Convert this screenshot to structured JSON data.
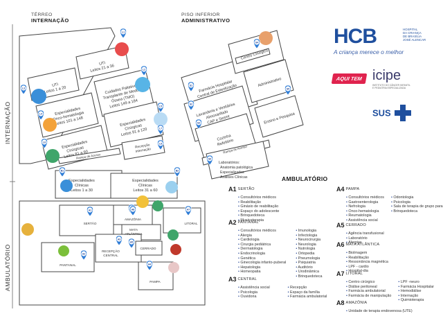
{
  "floors": {
    "terreo": {
      "title": "TÉRREO",
      "subtitle": "INTERNAÇÃO"
    },
    "inferior": {
      "title": "PISO INFERIOR",
      "subtitle": "ADMINISTRATIVO"
    }
  },
  "side_labels": {
    "internacao": "INTERNAÇÃO",
    "ambulatorio": "AMBULATÓRIO"
  },
  "branding": {
    "hcb_logo": "HCB",
    "hcb_name_line1": "HOSPITAL",
    "hcb_name_line2": "DA CRIANÇA",
    "hcb_name_line3": "DE BRASÍLIA",
    "hcb_name_line4": "JOSÉ ALENCAR",
    "tagline": "A criança merece o melhor",
    "aqui_tem": "AQUI TEM",
    "icipe": "icipe",
    "icipe_sub1": "INSTITUTO DO CÂNCER INFANTIL",
    "icipe_sub2": "E PEDIATRIA ESPECIALIZADA",
    "sus": "SUS"
  },
  "colors": {
    "pin": "#2f7dd6",
    "navy": "#1f3f8f",
    "aqui_tem": "#e0234e",
    "hcb_blue": "#1f4f9e"
  },
  "rooms_left": {
    "uti": {
      "line1": "UTI",
      "line2": "Leitos 1 a 20"
    },
    "uti2": {
      "line1": "UTI",
      "line2": "Leitos 21 a 36"
    },
    "onco": {
      "line1": "Especialidades",
      "line2": "Onco-hematologia",
      "line3": "Leitos 101 a 148"
    },
    "paliativos": {
      "line1": "Cuidados Paliativos",
      "line2": "Transplante de Medula",
      "line3": "Óssea (TMO)",
      "line4": "Leitos 149 a 184"
    },
    "cirurgicas1": {
      "line1": "Especialidades",
      "line2": "Cirúrgicas",
      "line3": "Leitos 81 a 90"
    },
    "cirurgicas2": {
      "line1": "Especialidades",
      "line2": "Cirúrgicas",
      "line3": "Leitos 91 a 120"
    },
    "recepcao_int": {
      "line1": "Recepção",
      "line2": "Internação"
    },
    "rampa": "Rampa de Acesso",
    "clinicas1": {
      "line1": "Especialidades",
      "line2": "Clínicas",
      "line3": "Leitos 1 a 30"
    },
    "clinicas2": {
      "line1": "Especialidades",
      "line2": "Clínicas",
      "line3": "Leitos 31 a 60"
    }
  },
  "rooms_right": {
    "farmacia": {
      "line1": "Farmácia Hospitalar",
      "line2": "Central de Esterilização"
    },
    "lavanderia": {
      "line1": "Lavanderia e Vestiários",
      "line2": "Almoxarifado",
      "line3": "CAP e Sesmt"
    },
    "cozinha": {
      "line1": "Cozinha",
      "line2": "Refeitório"
    },
    "centro_cirurgico": "Centro Cirúrgico",
    "administrativo": "Administrativo",
    "ensino": "Ensino e Pesquisa",
    "rampa": "Rampa de Acesso",
    "lab_title": "Laboratórios:",
    "lab_items": [
      "Anatomia patológica",
      "Especializados",
      "Análises Clínicas"
    ]
  },
  "ambulatorio_rooms": {
    "sertao": "SERTÃO",
    "amazonia": "AMAZÔNIA",
    "mata": {
      "line1": "MATA",
      "line2": "ATLÂNTICA"
    },
    "litoral": "LITORAL",
    "recepcao": {
      "line1": "RECEPÇÃO",
      "line2": "CENTRAL"
    },
    "cerrado": "CERRADO",
    "pantanal": "PANTANAL",
    "pampa": "PAMPA"
  },
  "pins": {
    "l1": "L1",
    "l2": "L2",
    "l3": "L3",
    "l4": "L4",
    "l5": "L5",
    "l6": "L6",
    "l7": "L7",
    "l8": "L8",
    "b1": "B1",
    "b2": "B2",
    "s1": "S1",
    "s2": "S2",
    "s3": "S3",
    "s4": "S4",
    "s5": "S5",
    "s6": "S6",
    "a1": "A1",
    "a2": "A2",
    "a3": "A3",
    "a4": "A4",
    "a5": "A5",
    "a6": "A6",
    "a7": "A7",
    "a8": "A8"
  },
  "legend": {
    "title": "AMBULATÓRIO",
    "a1": {
      "code": "A1",
      "name": "SERTÃO",
      "items": [
        "Consultórios médicos",
        "Reabilitação",
        "Ginásio de reabilitação",
        "Espaço do adolescente",
        "Brinquedoteca",
        "Musicoterapia"
      ]
    },
    "a2": {
      "code": "A2",
      "name": "PANTANAL",
      "col1": [
        "Consultórios médicos",
        "Alergia",
        "Cardiologia",
        "Cirurgia pediátrica",
        "Dermatologia",
        "Endocrinologia",
        "Genética",
        "Ginecologia infanto-puberal",
        "Hepatologia",
        "Homeopatia"
      ],
      "col2": [
        "Imunologia",
        "Infectologia",
        "Neurocirurgia",
        "Neurologia",
        "Nutrologia",
        "Ortopedia",
        "Pneumologia",
        "Psiquiatria",
        "Auditório",
        "Urodinâmica",
        "Brinquedoteca"
      ]
    },
    "a3": {
      "code": "A3",
      "name": "CENTRAL",
      "col1": [
        "Assistência social",
        "Psicologia",
        "Ouvidoria"
      ],
      "col2": [
        "Recepção",
        "Espaço da família",
        "Farmácia ambulatorial"
      ]
    },
    "a4": {
      "code": "A4",
      "name": "PAMPA",
      "col1": [
        "Consultórios médicos",
        "Gastroenterologia",
        "Nefrologia",
        "Onco-hematologia",
        "Reumatologia",
        "Assistência social"
      ],
      "col2": [
        "Odontologia",
        "Psicologia",
        "Sala de terapia de grupo para pais",
        "Brinquedoteca"
      ]
    },
    "a5": {
      "code": "A5",
      "name": "CERRADO",
      "items": [
        "Agência transfusional",
        "Laboratório",
        "Alergias"
      ]
    },
    "a6": {
      "code": "A6",
      "name": "MATA ATLÂNTICA",
      "items": [
        "Biolmagem",
        "Reabilitação",
        "Ressonância magnética",
        "LPF - cardio",
        "Hospital-dia"
      ]
    },
    "a7": {
      "code": "A7",
      "name": "LITORAL",
      "col1": [
        "Centro cirúrgico",
        "Diálise peritoneal",
        "Farmácia ambulatorial",
        "Farmácia de manipulação"
      ],
      "col2": [
        "LPF -neuro",
        "Farmácia Hospitalar",
        "Hemodiálise",
        "Internação",
        "Quimioterapia"
      ]
    },
    "a8": {
      "code": "A8",
      "name": "AMAZÔNIA",
      "items": [
        "Unidade de terapia endovenosa (UTE)"
      ]
    }
  }
}
